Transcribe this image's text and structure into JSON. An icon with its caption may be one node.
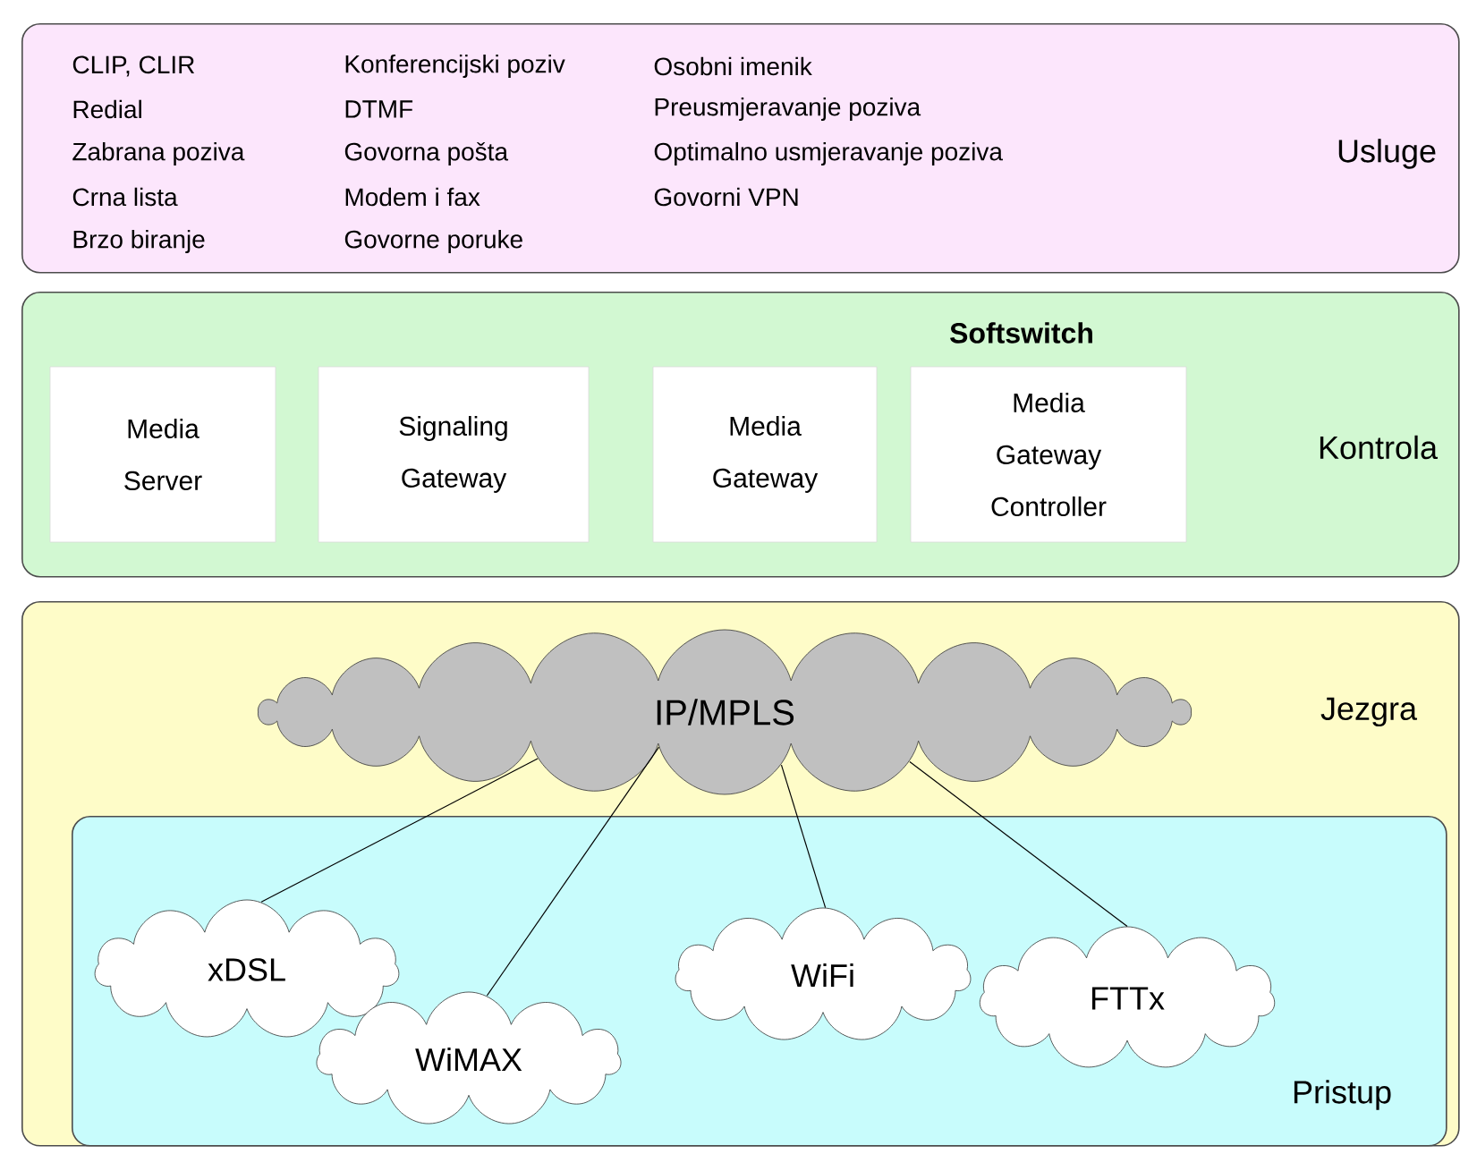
{
  "diagram": {
    "nodes": [
      {
        "text": [
          "CLIP, CLIR",
          "Redial",
          "Zabrana poziva",
          "Crna lista",
          "Brzo biranje",
          "Konferencijski poziv",
          "DTMF",
          "Govorna pošta",
          "Modem i fax",
          "Govorne poruke",
          "Osobni imenik",
          "Preusmjeravanje poziva",
          "Optimalno usmjeravanje poziva",
          "Govorni VPN",
          "Usluge"
        ]
      },
      {
        "text": [
          "Softswitch",
          "Kontrola"
        ]
      },
      {
        "text": [
          "Media Server"
        ],
        "in": 1
      },
      {
        "text": [
          "Signaling Gateway"
        ],
        "in": 1
      },
      {
        "text": [
          "Media Gateway"
        ],
        "in": 1
      },
      {
        "text": [
          "Media Gateway Controller"
        ],
        "in": 1
      },
      {
        "text": [
          "Jezgra"
        ]
      },
      {
        "text": [
          "IP/MPLS"
        ],
        "in": 6
      },
      {
        "text": [
          "Pristup"
        ],
        "in": 6
      },
      {
        "text": [
          "xDSL"
        ],
        "in": 8
      },
      {
        "text": [
          "WiMAX"
        ],
        "in": 8
      },
      {
        "text": [
          "WiFi"
        ],
        "in": 8
      },
      {
        "text": [
          "FTTx"
        ],
        "in": 8
      }
    ],
    "edges": [
      {
        "from": 7,
        "to": 9,
        "arrow": "none"
      },
      {
        "from": 7,
        "to": 10,
        "arrow": "none"
      },
      {
        "from": 7,
        "to": 11,
        "arrow": "none"
      },
      {
        "from": 7,
        "to": 12,
        "arrow": "none"
      }
    ]
  }
}
